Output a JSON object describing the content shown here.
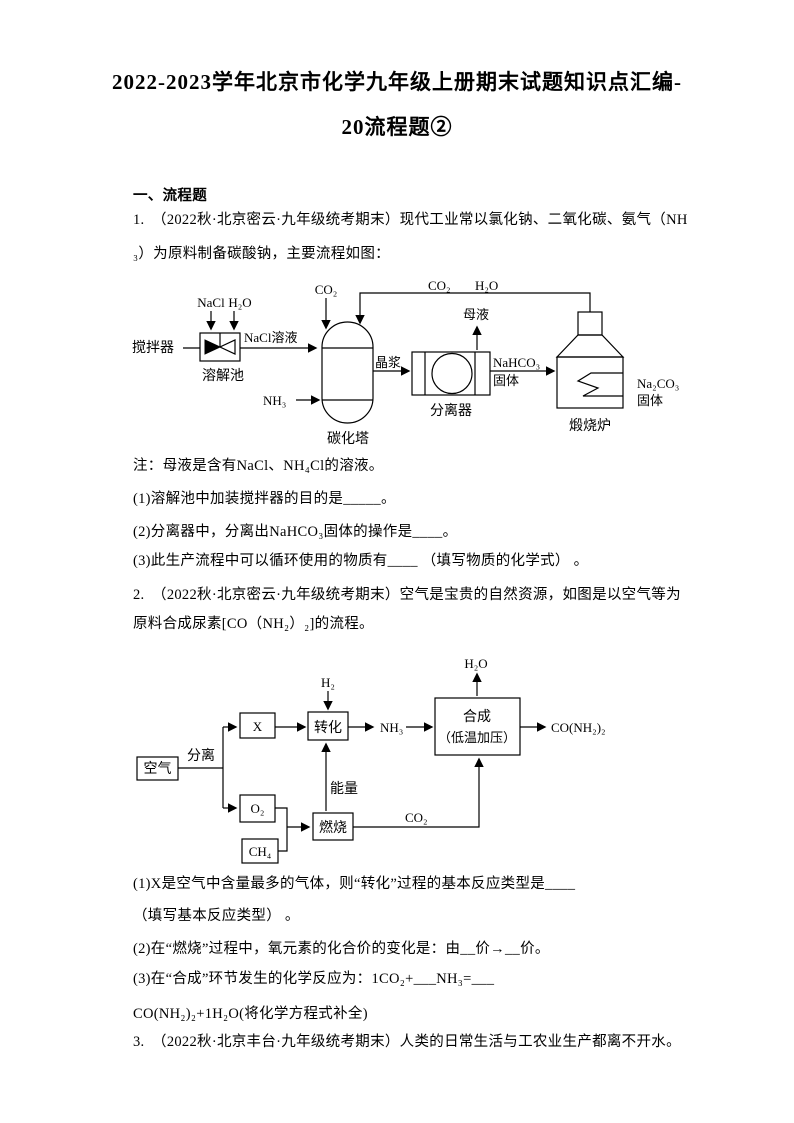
{
  "doc": {
    "title_line1": "2022-2023学年北京市化学九年级上册期末试题知识点汇编-",
    "title_line2": "20流程题②",
    "section": "一、流程题"
  },
  "q1": {
    "text_line1": "1.　（2022秋·北京密云·九年级统考期末）现代工业常以氯化钠、二氧化碳、氨气（NH",
    "text_line2": "₃）为原料制备碳酸钠，主要流程如图：",
    "note": "注：母液是含有NaCl、NH₄Cl的溶液。",
    "sub1": "(1)溶解池中加装搅拌器的目的是_____。",
    "sub2": "(2)分离器中，分离出NaHCO₃固体的操作是____。",
    "sub3": "(3)此生产流程中可以循环使用的物质有____ （填写物质的化学式） 。",
    "diagram": {
      "stirrer_label": "搅拌器",
      "nacl_label": "NaCl",
      "h2o_label": "H₂O",
      "dissolving_pool_label": "溶解池",
      "nacl_solution_label": "NaCl溶液",
      "co2_label": "CO₂",
      "recycle_co2_label": "CO₂",
      "recycle_h2o_label": "H₂O",
      "nh3_label": "NH₃",
      "tower_label": "碳化塔",
      "slurry_label": "晶浆",
      "mother_liquor_label": "母液",
      "separator_label": "分离器",
      "nahco3_label": "NaHCO₃",
      "nahco3_solid_label": "固体",
      "furnace_label": "煅烧炉",
      "na2co3_label": "Na₂CO₃",
      "na2co3_solid_label": "固体"
    }
  },
  "q2": {
    "text_line1": "2.　（2022秋·北京密云·九年级统考期末）空气是宝贵的自然资源，如图是以空气等为",
    "text_line2": "原料合成尿素[CO（NH₂）₂]的流程。",
    "sub1a": "(1)X是空气中含量最多的气体，则“转化”过程的基本反应类型是____",
    "sub1b": "（填写基本反应类型） 。",
    "sub2": "(2)在“燃烧”过程中，氧元素的化合价的变化是：由__价→__价。",
    "sub3a": "(3)在“合成”环节发生的化学反应为：1CO₂+___NH₃=___",
    "sub3b": "CO(NH₂)₂+1H₂O(将化学方程式补全)",
    "diagram": {
      "air_label": "空气",
      "separate_label": "分离",
      "x_label": "X",
      "h2_label": "H₂",
      "convert_label": "转化",
      "nh3_label": "NH₃",
      "h2o_label": "H₂O",
      "synthesis_line1": "合成",
      "synthesis_line2": "（低温加压）",
      "urea_label": "CO(NH₂)₂",
      "o2_label": "O₂",
      "ch4_label": "CH₄",
      "burn_label": "燃烧",
      "energy_label": "能量",
      "co2_label": "CO₂"
    }
  },
  "q3": {
    "text_line1": "3.　（2022秋·北京丰台·九年级统考期末）人类的日常生活与工农业生产都离不开水。"
  }
}
